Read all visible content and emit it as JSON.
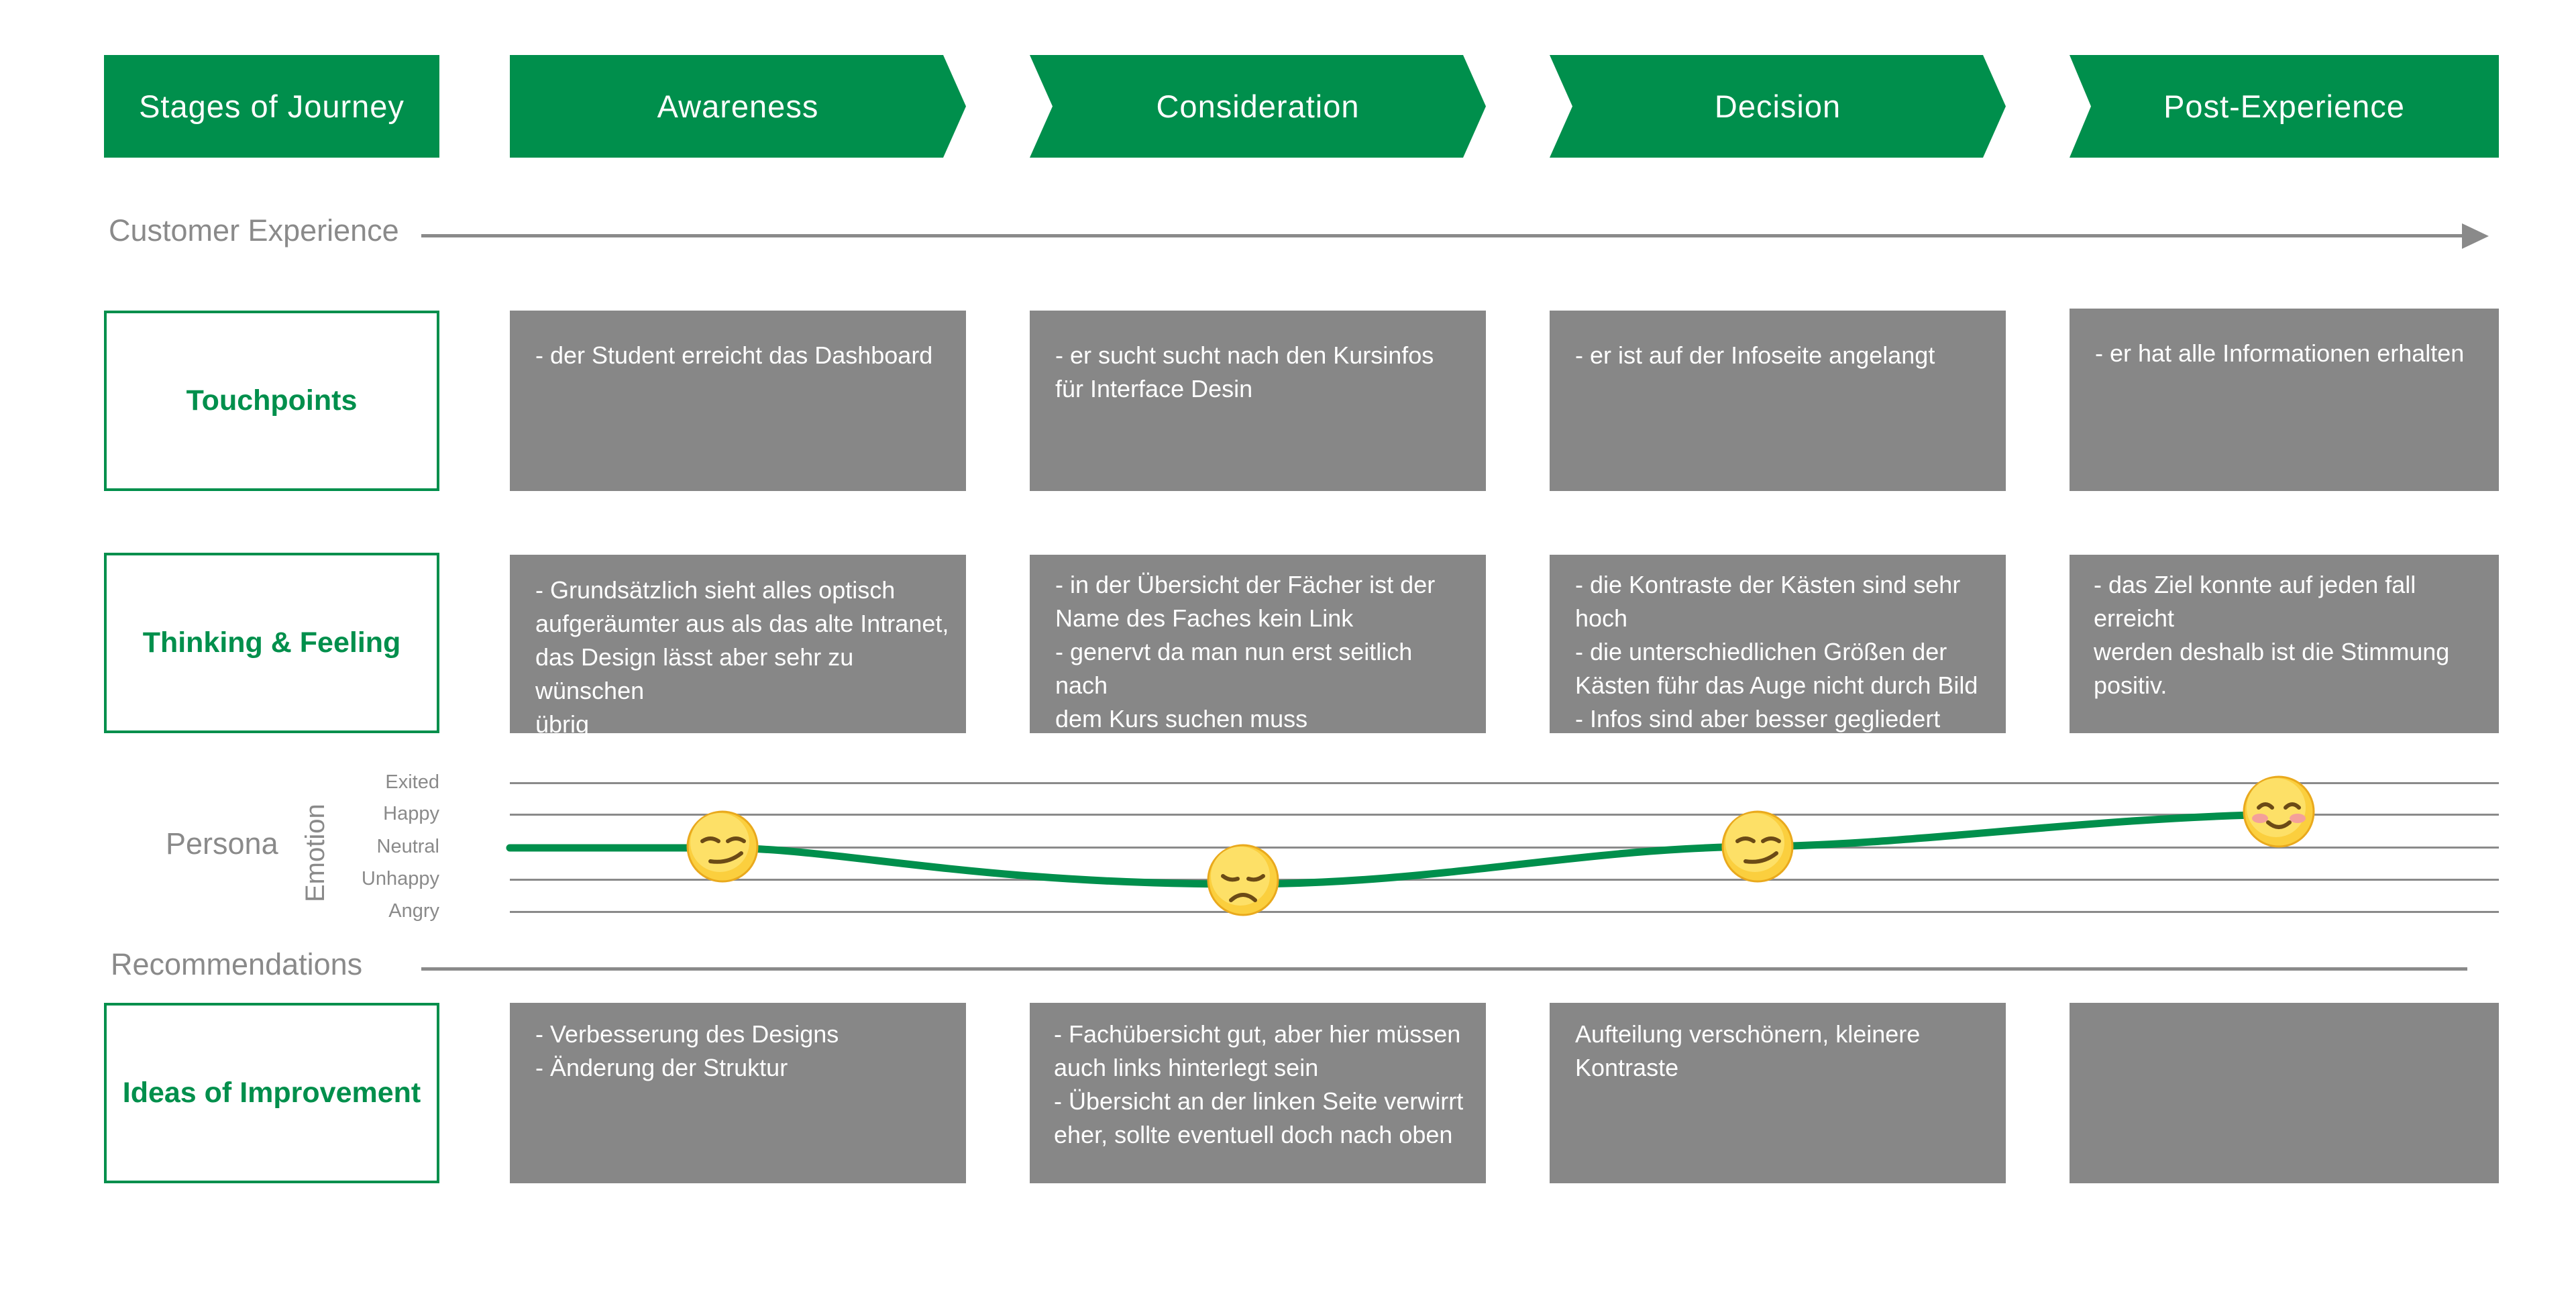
{
  "stages_header": {
    "label": "Stages of Journey",
    "stages": [
      "Awareness",
      "Consideration",
      "Decision",
      "Post-Experience"
    ]
  },
  "customer_experience_label": "Customer Experience",
  "touchpoints": {
    "label": "Touchpoints",
    "cards": [
      "- der Student erreicht das Dashboard",
      "- er sucht sucht nach den Kursinfos\n für Interface Desin",
      "- er ist auf der Infoseite angelangt",
      "- er hat alle Informationen erhalten"
    ]
  },
  "thinking_feeling": {
    "label": "Thinking & Feeling",
    "cards": [
      "- Grundsätzlich sieht alles optisch\naufgeräumter aus als das alte Intranet,\ndas Design lässt aber sehr zu wünschen\n übrig",
      "- in der Übersicht der Fächer ist der\nName des Faches kein Link\n- genervt da man nun erst seitlich nach\ndem Kurs suchen muss",
      "- die Kontraste der Kästen sind sehr hoch\n- die unterschiedlichen Größen der\nKästen führ das Auge nicht durch Bild\n- Infos sind aber besser gegliedert",
      "- das Ziel konnte auf jeden fall erreicht\nwerden deshalb ist die Stimmung\npositiv."
    ]
  },
  "persona": {
    "label": "Persona",
    "axis_label": "Emotion",
    "levels": [
      "Exited",
      "Happy",
      "Neutral",
      "Unhappy",
      "Angry"
    ],
    "emotion_by_stage": [
      {
        "stage": "Awareness",
        "level": "Neutral",
        "icon": "smirk-face-icon"
      },
      {
        "stage": "Consideration",
        "level": "Unhappy",
        "icon": "disappointed-face-icon"
      },
      {
        "stage": "Decision",
        "level": "Neutral",
        "icon": "smirk-face-icon"
      },
      {
        "stage": "Post-Experience",
        "level": "Happy",
        "icon": "blushing-smile-face-icon"
      }
    ]
  },
  "recommendations_label": "Recommendations",
  "ideas": {
    "label": "Ideas of Improvement",
    "cards": [
      "- Verbesserung des Designs\n- Änderung der Struktur",
      "- Fachübersicht gut, aber hier müssen\nauch links hinterlegt sein\n- Übersicht an der linken Seite verwirrt\neher, sollte eventuell doch nach oben",
      "Aufteilung verschönern, kleinere\nKontraste",
      ""
    ]
  },
  "colors": {
    "green": "#008f4c",
    "card_gray": "#878787",
    "text_gray": "#8a8a8a"
  }
}
